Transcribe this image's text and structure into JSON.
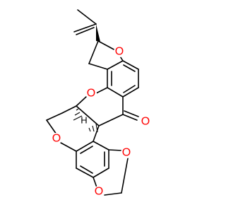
{
  "colors": {
    "bond": "#000000",
    "oxygen": "#ff0000",
    "hydrogen": "#000000",
    "background": "#ffffff"
  },
  "atoms": [
    {
      "id": "o_furan",
      "element": "O"
    },
    {
      "id": "o_pyran_upper",
      "element": "O"
    },
    {
      "id": "o_pyran_lower",
      "element": "O"
    },
    {
      "id": "o_carbonyl",
      "element": "O"
    },
    {
      "id": "o_dioxole_left",
      "element": "O"
    },
    {
      "id": "o_dioxole_right",
      "element": "O"
    },
    {
      "id": "h_stereo",
      "element": "H"
    }
  ]
}
